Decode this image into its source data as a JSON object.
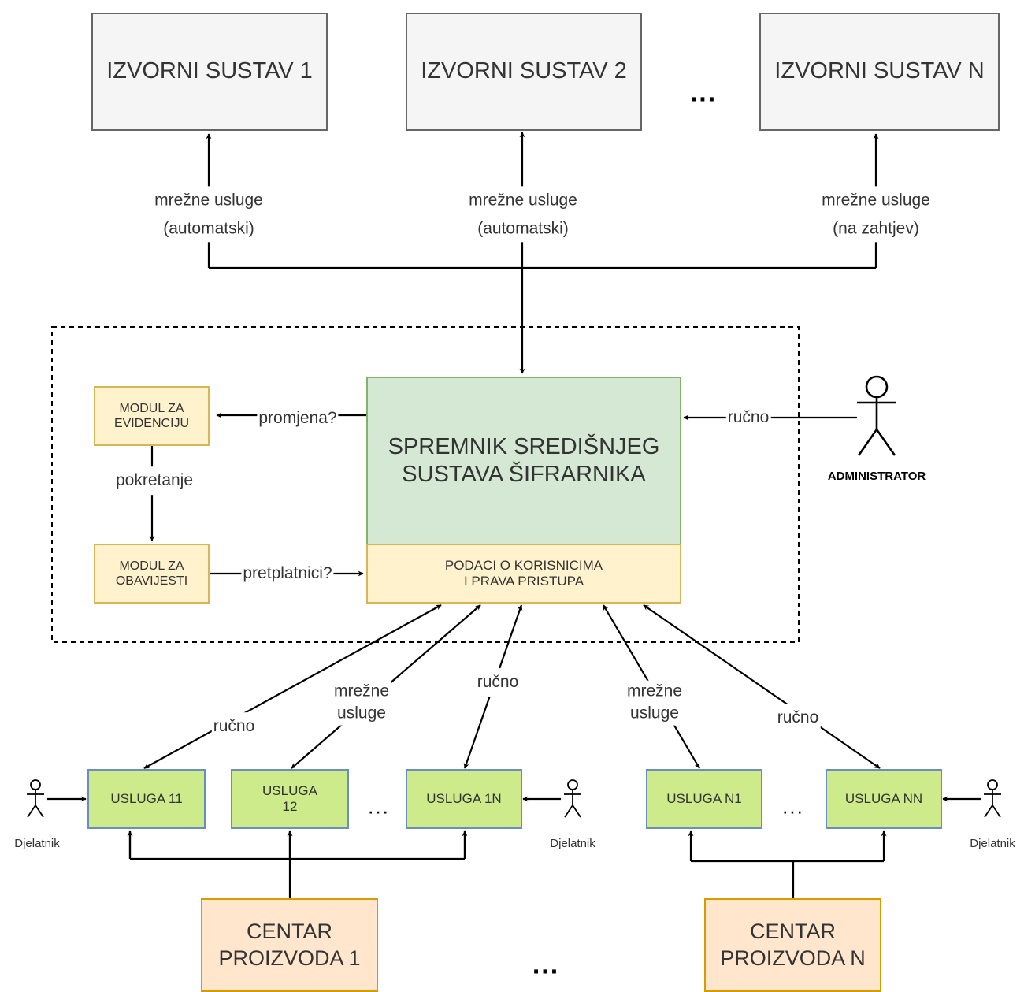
{
  "sources": [
    {
      "label": "IZVORNI SUSTAV 1"
    },
    {
      "label": "IZVORNI SUSTAV 2"
    },
    {
      "label": "IZVORNI SUSTAV N"
    }
  ],
  "sources_ellipsis": "...",
  "source_links": [
    {
      "label": "mrežne usluge\n(automatski)"
    },
    {
      "label": "mrežne usluge\n(automatski)"
    },
    {
      "label": "mrežne usluge\n(na zahtjev)"
    }
  ],
  "store": {
    "title": "SPREMNIK SREDIŠNJEG\nSUSTAVA ŠIFRARNIKA",
    "access": "PODACI O KORISNICIMA\nI PRAVA PRISTUPA"
  },
  "modules": {
    "records": "MODUL ZA\nEVIDENCIJU",
    "notify": "MODUL ZA\nOBAVIJESTI"
  },
  "module_links": {
    "change": "promjena?",
    "trigger": "pokretanje",
    "subscribers": "pretplatnici?"
  },
  "admin": {
    "name": "ADMINISTRATOR",
    "link": "ručno"
  },
  "services": [
    {
      "label": "USLUGA 11"
    },
    {
      "label": "USLUGA\n12"
    },
    {
      "label": "USLUGA 1N"
    },
    {
      "label": "USLUGA N1"
    },
    {
      "label": "USLUGA NN"
    }
  ],
  "services_ellipsis": [
    "...",
    "..."
  ],
  "service_links": [
    {
      "label": "ručno"
    },
    {
      "label": "mrežne\nusluge"
    },
    {
      "label": "ručno"
    },
    {
      "label": "mrežne\nusluge"
    },
    {
      "label": "ručno"
    }
  ],
  "workers": [
    "Djelatnik",
    "Djelatnik",
    "Djelatnik"
  ],
  "centers": [
    {
      "label": "CENTAR\nPROIZVODA 1"
    },
    {
      "label": "CENTAR\nPROIZVODA N"
    }
  ],
  "centers_ellipsis": "...",
  "colors": {
    "source_fill": "#f5f5f5",
    "store_fill": "#d5e8d4",
    "access_fill": "#fff2cc",
    "service_fill": "#cdeb8b",
    "center_fill": "#ffe6cc"
  }
}
